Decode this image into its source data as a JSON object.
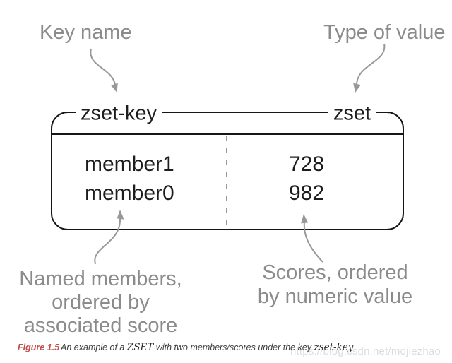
{
  "annotations": {
    "key_name": "Key name",
    "type_of_value": "Type of value",
    "members_note": {
      "line1": "Named members,",
      "line2": "ordered by",
      "line3": "associated score"
    },
    "scores_note": {
      "line1": "Scores, ordered",
      "line2": "by numeric value"
    }
  },
  "zset_box": {
    "key": "zset-key",
    "type": "zset",
    "rows": [
      {
        "member": "member1",
        "score": "728"
      },
      {
        "member": "member0",
        "score": "982"
      }
    ]
  },
  "caption": {
    "figure_label": "Figure 1.5",
    "text_before": "An example of a ",
    "code_zset": "ZSET",
    "text_middle": " with two members/scores under the key ",
    "code_key": "zset-key"
  },
  "watermark": "https://blog.csdn.net/mojiezhao",
  "colors": {
    "box_ink": "#161616",
    "annotation_gray": "#8b8b8b",
    "arrow_gray": "#98989c",
    "caption_accent": "#c0504d",
    "watermark_gray": "#dcdde2"
  }
}
